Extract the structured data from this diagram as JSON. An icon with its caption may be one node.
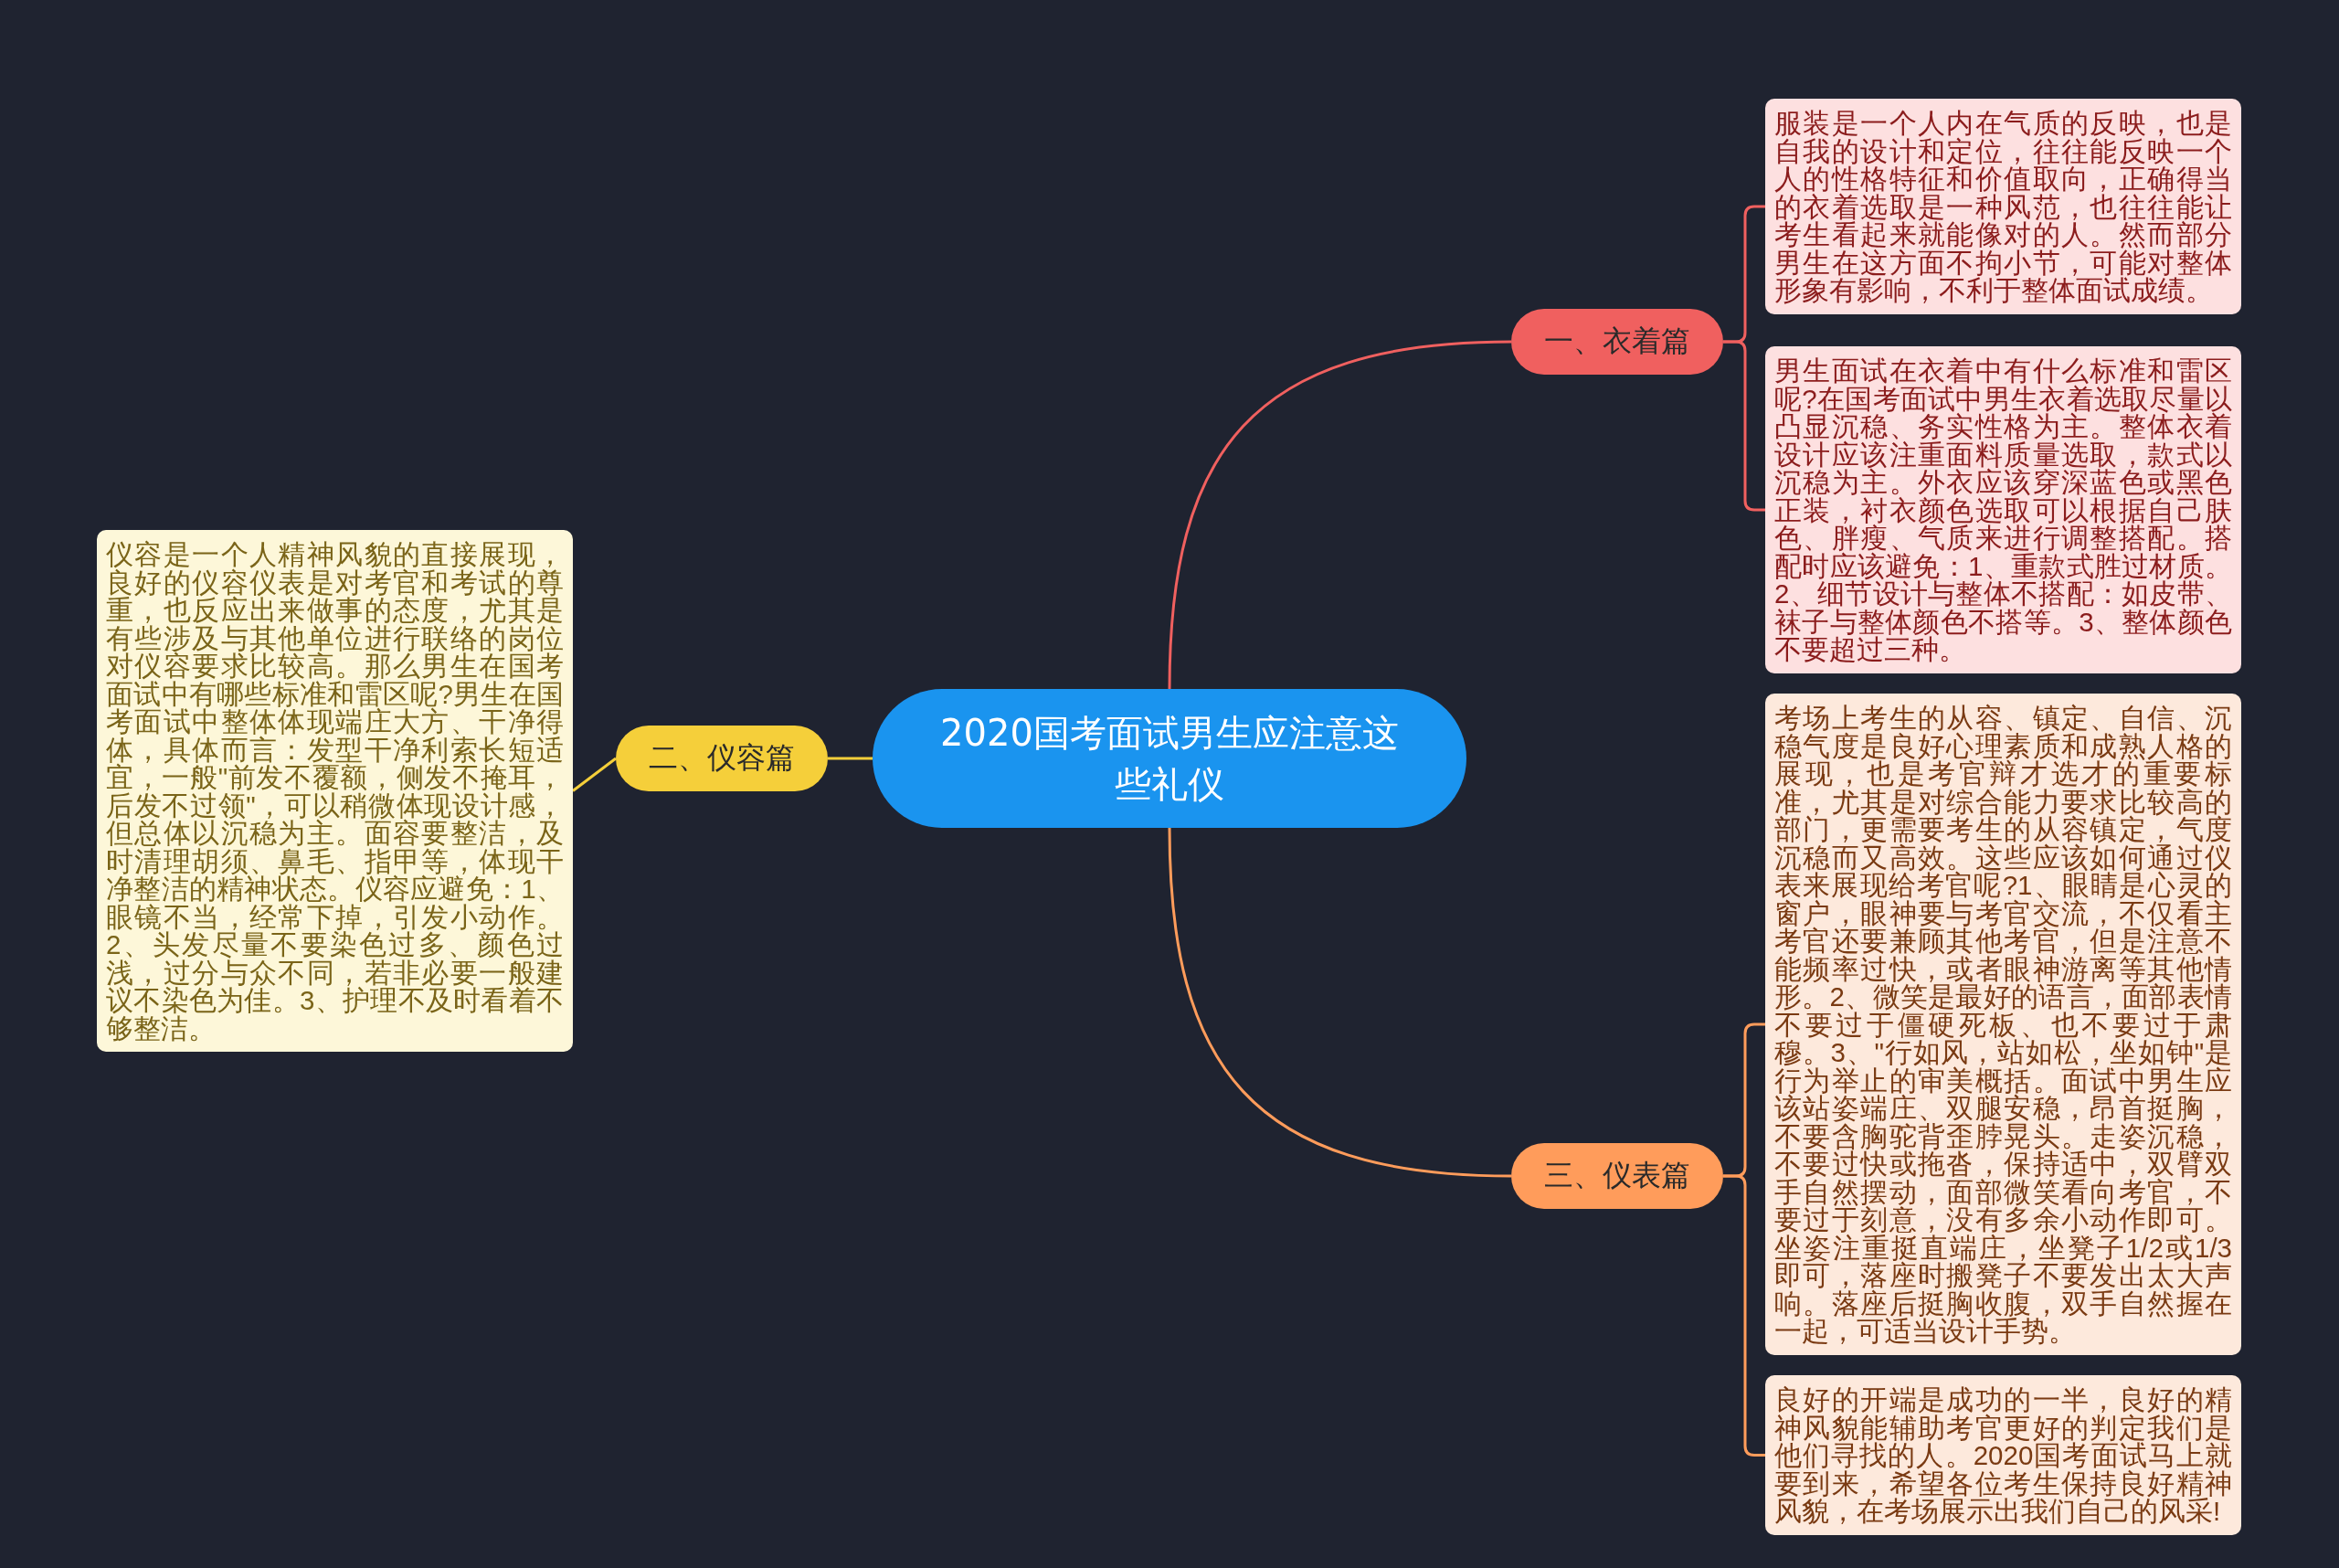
{
  "diagram": {
    "nodes": [
      {
        "text": [
          "2020国考面试男生应注意这些礼仪"
        ]
      },
      {
        "text": [
          "一、衣着篇"
        ]
      },
      {
        "text": [
          "服装是一个人内在气质的反映，也是自我的设计和定位，往往能反映一个人的性格特征和价值取向，正确得当的衣着选取是一种风范，也往往能让考生看起来就能像对的人。然而部分男生在这方面不拘小节，可能对整体形象有影响，不利于整体面试成绩。"
        ]
      },
      {
        "text": [
          "男生面试在衣着中有什么标准和雷区呢?在国考面试中男生衣着选取尽量以凸显沉稳、务实性格为主。整体衣着设计应该注重面料质量选取，款式以沉稳为主。外衣应该穿深蓝色或黑色正装，衬衣颜色选取可以根据自己肤色、胖瘦、气质来进行调整搭配。搭配时应该避免：1、重款式胜过材质。2、细节设计与整体不搭配：如皮带、袜子与整体颜色不搭等。3、整体颜色不要超过三种。"
        ]
      },
      {
        "text": [
          "二、仪容篇"
        ]
      },
      {
        "text": [
          "仪容是一个人精神风貌的直接展现，良好的仪容仪表是对考官和考试的尊重，也反应出来做事的态度，尤其是有些涉及与其他单位进行联络的岗位对仪容要求比较高。那么男生在国考面试中有哪些标准和雷区呢?男生在国考面试中整体体现端庄大方、干净得体，具体而言：发型干净利索长短适宜，一般\"前发不覆额，侧发不掩耳，后发不过领\"，可以稍微体现设计感，但总体以沉稳为主。面容要整洁，及时清理胡须、鼻毛、指甲等，体现干净整洁的精神状态。仪容应避免：1、眼镜不当，经常下掉，引发小动作。2、头发尽量不要染色过多、颜色过浅，过分与众不同，若非必要一般建议不染色为佳。3、护理不及时看着不够整洁。"
        ]
      },
      {
        "text": [
          "三、仪表篇"
        ]
      },
      {
        "text": [
          "考场上考生的从容、镇定、自信、沉稳气度是良好心理素质和成熟人格的展现，也是考官辩才选才的重要标准，尤其是对综合能力要求比较高的部门，更需要考生的从容镇定，气度沉稳而又高效。这些应该如何通过仪表来展现给考官呢?1、眼睛是心灵的窗户，眼神要与考官交流，不仅看主考官还要兼顾其他考官，但是注意不能频率过快，或者眼神游离等其他情形。2、微笑是最好的语言，面部表情不要过于僵硬死板、也不要过于肃穆。3、\"行如风，站如松，坐如钟\"是行为举止的审美概括。面试中男生应该站姿端庄、双腿安稳，昂首挺胸，不要含胸驼背歪脖晃头。走姿沉稳，不要过快或拖沓，保持适中，双臂双手自然摆动，面部微笑看向考官，不要过于刻意，没有多余小动作即可。坐姿注重挺直端庄，坐凳子1/2或1/3即可，落座时搬凳子不要发出太大声响。落座后挺胸收腹，双手自然握在一起，可适当设计手势。"
        ]
      },
      {
        "text": [
          "良好的开端是成功的一半，良好的精神风貌能辅助考官更好的判定我们是他们寻找的人。2020国考面试马上就要到来，希望各位考生保持良好精神风貌，在考场展示出我们自己的风采!"
        ]
      }
    ],
    "edges": [
      {
        "from": 0,
        "to": 1,
        "arrow": "none",
        "color": "#f0605f"
      },
      {
        "from": 1,
        "to": 2,
        "arrow": "none",
        "color": "#f0605f"
      },
      {
        "from": 1,
        "to": 3,
        "arrow": "none",
        "color": "#f0605f"
      },
      {
        "from": 0,
        "to": 4,
        "arrow": "none",
        "color": "#f5cf3a"
      },
      {
        "from": 4,
        "to": 5,
        "arrow": "none",
        "color": "#f5cf3a"
      },
      {
        "from": 0,
        "to": 6,
        "arrow": "none",
        "color": "#ff9c5b"
      },
      {
        "from": 6,
        "to": 7,
        "arrow": "none",
        "color": "#ff9c5b"
      },
      {
        "from": 6,
        "to": 8,
        "arrow": "none",
        "color": "#ff9c5b"
      }
    ]
  }
}
